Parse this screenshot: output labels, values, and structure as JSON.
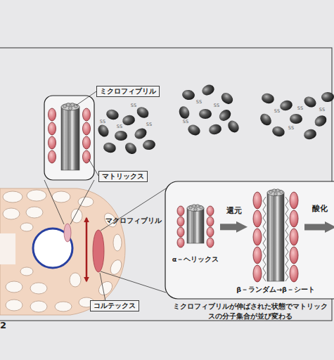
{
  "diagram": {
    "caption": "ミクロフィブリルが伸ばされた状態でマトリックスの分子集合が並び変わる",
    "nodes": [
      {
        "text": [
          "ミクロフィブリル"
        ]
      },
      {
        "text": [
          "マトリックス"
        ]
      },
      {
        "text": [
          "コルテックス"
        ]
      },
      {
        "text": [
          "α－ヘリックス"
        ]
      },
      {
        "text": [
          "β－ランダム→β－シート"
        ]
      }
    ],
    "edges": [
      {
        "from": 3,
        "to": 4,
        "arrow": "to",
        "label": "還元"
      }
    ],
    "labels": [
      "マクロフィブリル",
      "酸化",
      "2",
      "SS",
      "SS",
      "SS",
      "SS",
      "SS",
      "SS",
      "SS",
      "SS",
      "SS",
      "SS",
      "SS"
    ]
  }
}
